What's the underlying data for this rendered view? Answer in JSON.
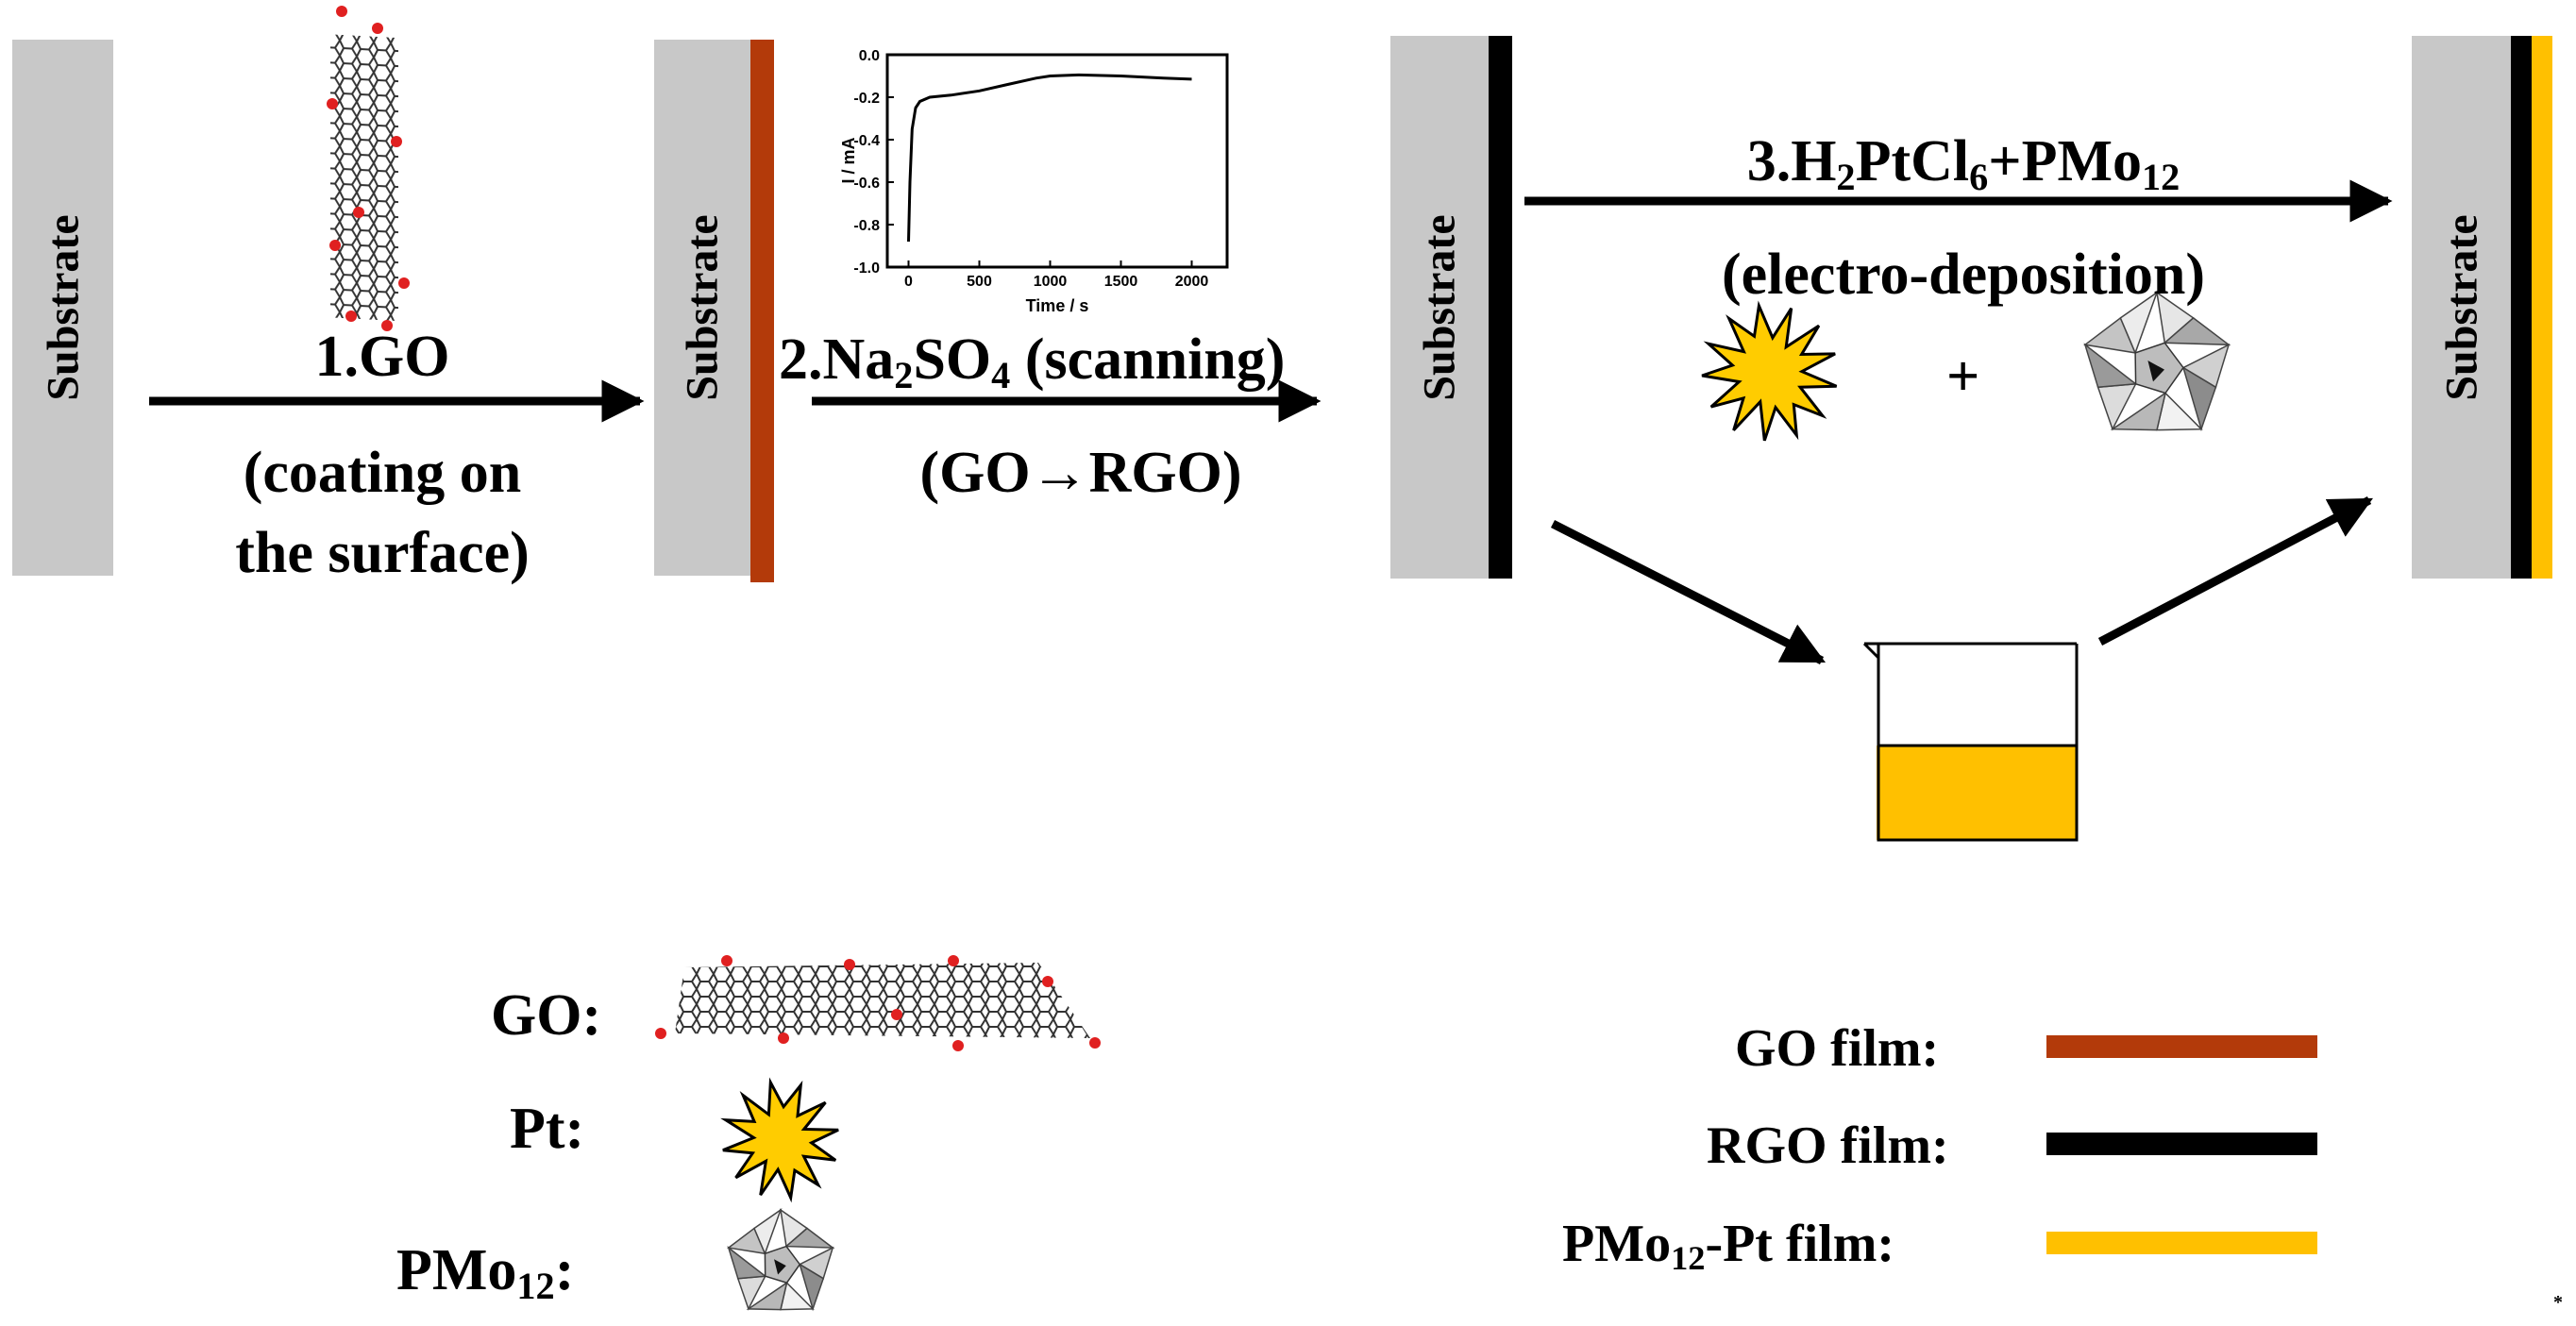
{
  "substrate_label": "Substrate",
  "steps": {
    "step1": {
      "label": "1.GO",
      "note_line1": "(coating on",
      "note_line2": "the surface)"
    },
    "step2": {
      "prefix": "2.Na",
      "sub1": "2",
      "mid": "SO",
      "sub2": "4",
      "suffix": " (scanning)",
      "note": "(GO→RGO)"
    },
    "step3": {
      "p1": "3.H",
      "s1": "2",
      "p2": "PtCl",
      "s2": "6",
      "p3": "+PMo",
      "s3": "12",
      "note": "(electro-deposition)",
      "plus": "+"
    }
  },
  "inset_chart": {
    "ylabel": "I / mA",
    "xlabel": "Time / s",
    "yticks": [
      "0.0",
      "-0.2",
      "-0.4",
      "-0.6",
      "-0.8",
      "-1.0"
    ],
    "xticks": [
      "0",
      "500",
      "1000",
      "1500",
      "2000"
    ]
  },
  "chart_data": {
    "type": "line",
    "xlabel": "Time / s",
    "ylabel": "I / mA",
    "xlim": [
      -150,
      2250
    ],
    "ylim": [
      -1.0,
      0.0
    ],
    "series": [
      {
        "x": [
          0,
          10,
          25,
          50,
          80,
          150,
          300,
          500,
          700,
          900,
          1000,
          1200,
          1500,
          1800,
          2000
        ],
        "y": [
          -0.88,
          -0.6,
          -0.35,
          -0.25,
          -0.22,
          -0.2,
          -0.19,
          -0.17,
          -0.14,
          -0.11,
          -0.1,
          -0.095,
          -0.1,
          -0.11,
          -0.115
        ]
      }
    ]
  },
  "legend_left": {
    "go": "GO:",
    "pt": "Pt:",
    "pmo_prefix": "PMo",
    "pmo_sub": "12",
    "pmo_suffix": ":"
  },
  "legend_right": {
    "go_film": "GO film:",
    "rgo_film": "RGO film:",
    "pmo_prefix": "PMo",
    "pmo_sub": "12",
    "pmo_suffix": "-Pt film:"
  },
  "colors": {
    "substrate": "#c8c8c8",
    "go_film": "#b33a0a",
    "rgo_film": "#000000",
    "pmo_pt_film": "#ffc000",
    "pt_star": "#ffcc00",
    "solution": "#ffc000"
  },
  "corner_mark": "*"
}
